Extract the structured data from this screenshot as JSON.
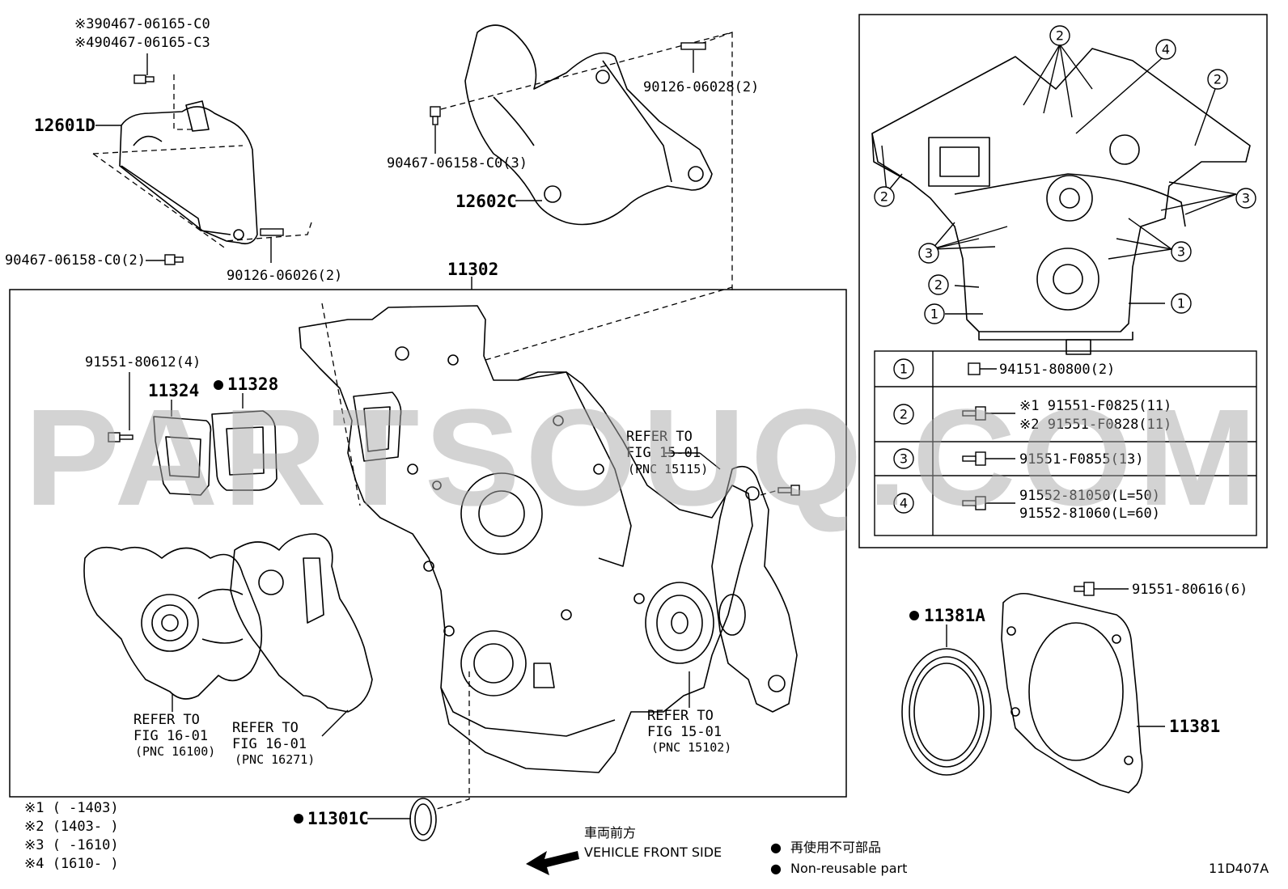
{
  "watermark": "PARTSOUQ.COM",
  "callouts": {
    "p12601D": "12601D",
    "p12602C": "12602C",
    "p11302": "11302",
    "p11324": "11324",
    "p11328": "11328",
    "p11381A": "11381A",
    "p11381": "11381",
    "p11301C": "11301C"
  },
  "bolts": {
    "b_9046706165_c0": "※390467-06165-C0",
    "b_9046706165_c3": "※490467-06165-C3",
    "b_9012606028": "90126-06028(2)",
    "b_9046706158_c0_3": "90467-06158-C0(3)",
    "b_9046706158_c0_2": "90467-06158-C0(2)",
    "b_9012606026": "90126-06026(2)",
    "b_9155180612": "91551-80612(4)",
    "b_9155180616": "91551-80616(6)"
  },
  "refers": [
    {
      "l1": "REFER TO",
      "l2": "FIG 15-01",
      "l3": "(PNC 15115)"
    },
    {
      "l1": "REFER TO",
      "l2": "FIG 16-01",
      "l3": "(PNC 16100)"
    },
    {
      "l1": "REFER TO",
      "l2": "FIG 16-01",
      "l3": "(PNC 16271)"
    },
    {
      "l1": "REFER TO",
      "l2": "FIG 15-01",
      "l3": "(PNC 15102)"
    }
  ],
  "detail_markers": [
    "1",
    "2",
    "3",
    "4"
  ],
  "bolt_table": [
    {
      "marker": "1",
      "lines": [
        "94151-80800(2)"
      ]
    },
    {
      "marker": "2",
      "lines": [
        "※1 91551-F0825(11)",
        "※2 91551-F0828(11)"
      ]
    },
    {
      "marker": "3",
      "lines": [
        "91551-F0855(13)"
      ]
    },
    {
      "marker": "4",
      "lines": [
        "91552-81050(L=50)",
        "91552-81060(L=60)"
      ]
    }
  ],
  "footnotes": [
    "※1 (      -1403)",
    "※2 (1403-      )",
    "※3 (      -1610)",
    "※4 (1610-      )"
  ],
  "direction": {
    "jp": "車両前方",
    "en": "VEHICLE FRONT SIDE"
  },
  "legend": {
    "jp": "再使用不可部品",
    "en": "Non-reusable part",
    "symbol": "●"
  },
  "figure_code": "11D407A"
}
